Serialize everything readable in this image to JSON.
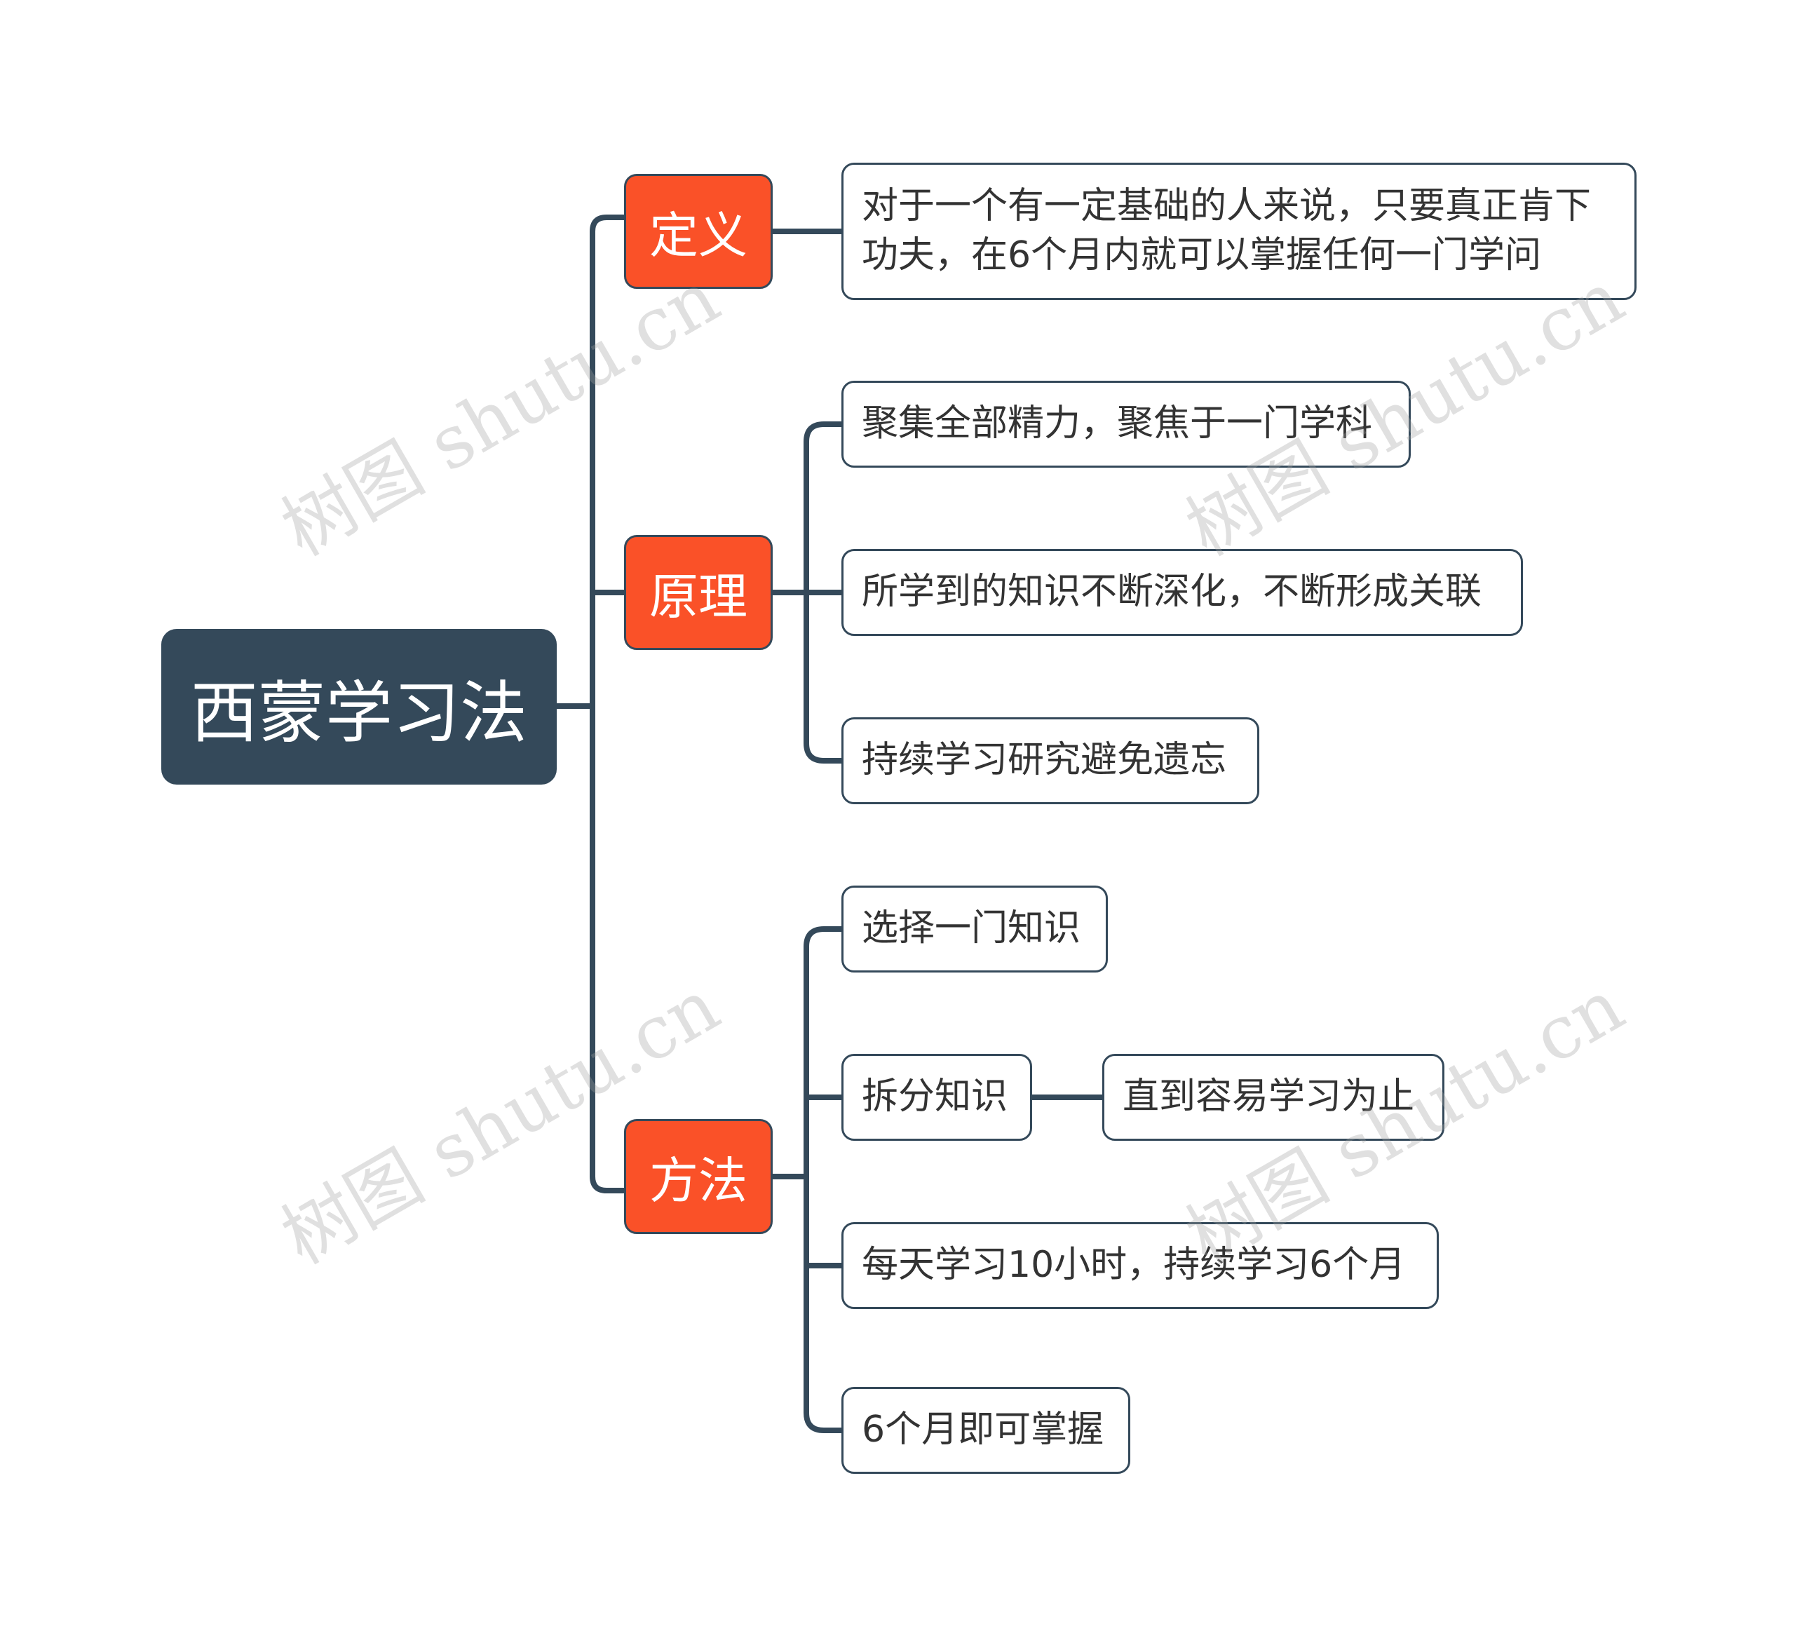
{
  "root": {
    "label": "西蒙学习法"
  },
  "branches": {
    "definition": {
      "label": "定义",
      "children": [
        "对于一个有一定基础的人来说，只要真正肯下功夫，在6个月内就可以掌握任何一门学问"
      ],
      "lines": [
        "对于一个有一定基础的人来说，只要真正肯下",
        "功夫，在6个月内就可以掌握任何一门学问"
      ]
    },
    "principle": {
      "label": "原理",
      "children": [
        "聚集全部精力，聚焦于一门学科",
        "所学到的知识不断深化，不断形成关联",
        "持续学习研究避免遗忘"
      ]
    },
    "method": {
      "label": "方法",
      "children": [
        "选择一门知识",
        "拆分知识",
        "每天学习10小时，持续学习6个月",
        "6个月即可掌握"
      ],
      "sub": {
        "拆分知识": "直到容易学习为止"
      }
    }
  },
  "watermark": "树图 shutu.cn",
  "colors": {
    "root_bg": "#34495a",
    "branch_bg": "#fa5128",
    "line": "#34495a",
    "leaf_text": "#333333"
  }
}
